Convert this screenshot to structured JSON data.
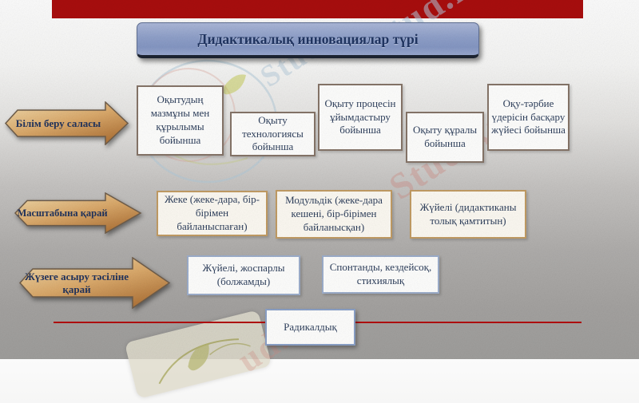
{
  "slide_title": "Дидактикалық инновациялар түрі",
  "categories": [
    {
      "arrow_label": "Білім беру саласы",
      "boxes": [
        "Оқытудың мазмұны мен құрылымы бойынша",
        "Оқыту технологиясы бойынша",
        "Оқыту процесін ұйымдастыру бойынша",
        "Оқыту құралы бойынша",
        "Оқу-тәрбие үдерісін басқару жүйесі бойынша"
      ]
    },
    {
      "arrow_label": "Масштабына қарай",
      "boxes": [
        "Жеке (жеке-дара, бір-бірімен байланыспаған)",
        "Модульдік (жеке-дара кешені, бір-бірімен байланысқан)",
        "Жүйелі (дидактиканы толық қамтитын)"
      ]
    },
    {
      "arrow_label": "Жүзеге асыру тәсіліне қарай",
      "boxes": [
        "Жүйелі, жоспарлы (болжамды)",
        "Спонтанды, кездейсоқ, стихиялық"
      ]
    }
  ],
  "bottom_box": "Радикалдық",
  "watermarks": {
    "top_right": "Stud.kz – Stud.",
    "center_blue": "Stud.",
    "center_red": "Stud.kz",
    "bottom_red": "ud.kz"
  },
  "colors": {
    "banner_red": "#a80d0d",
    "divider_red": "#b10e0e",
    "title_navy": "#1f3461",
    "box_text": "#2e3f5c",
    "row1_border": "#857468",
    "row2_border": "#c19b63",
    "row3_border": "#9cadca",
    "arrow_fill_light": "#f2dcae",
    "arrow_fill_dark": "#b0753a"
  }
}
